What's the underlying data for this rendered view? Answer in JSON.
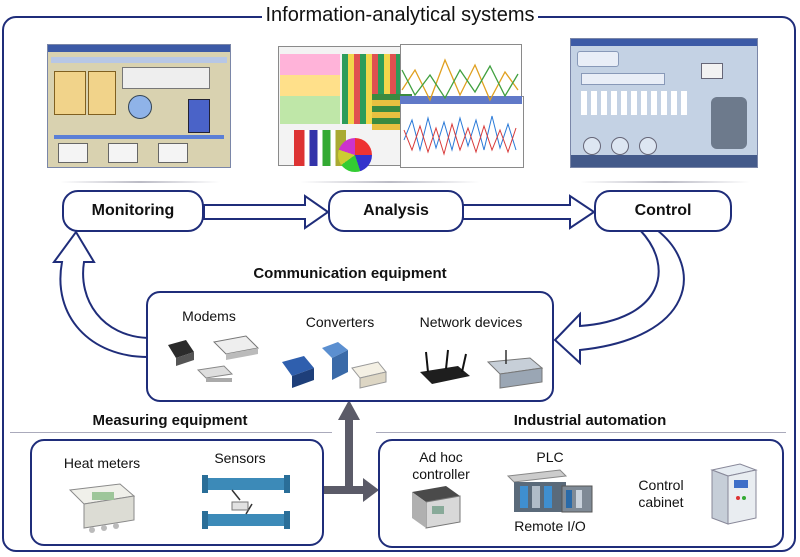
{
  "title": "Information-analytical systems",
  "process": {
    "monitoring": "Monitoring",
    "analysis": "Analysis",
    "control": "Control"
  },
  "communication": {
    "heading": "Communication equipment",
    "modems": "Modems",
    "converters": "Converters",
    "network_devices": "Network devices"
  },
  "measuring": {
    "heading": "Measuring equipment",
    "heat_meters": "Heat meters",
    "sensors": "Sensors"
  },
  "automation": {
    "heading": "Industrial automation",
    "adhoc_line1": "Ad hoc",
    "adhoc_line2": "controller",
    "plc": "PLC",
    "remote_io": "Remote I/O",
    "cabinet_line1": "Control",
    "cabinet_line2": "cabinet"
  },
  "colors": {
    "frame": "#1f2d7a",
    "arrow_fill": "#ffffff",
    "connector": "#5b5b68"
  }
}
